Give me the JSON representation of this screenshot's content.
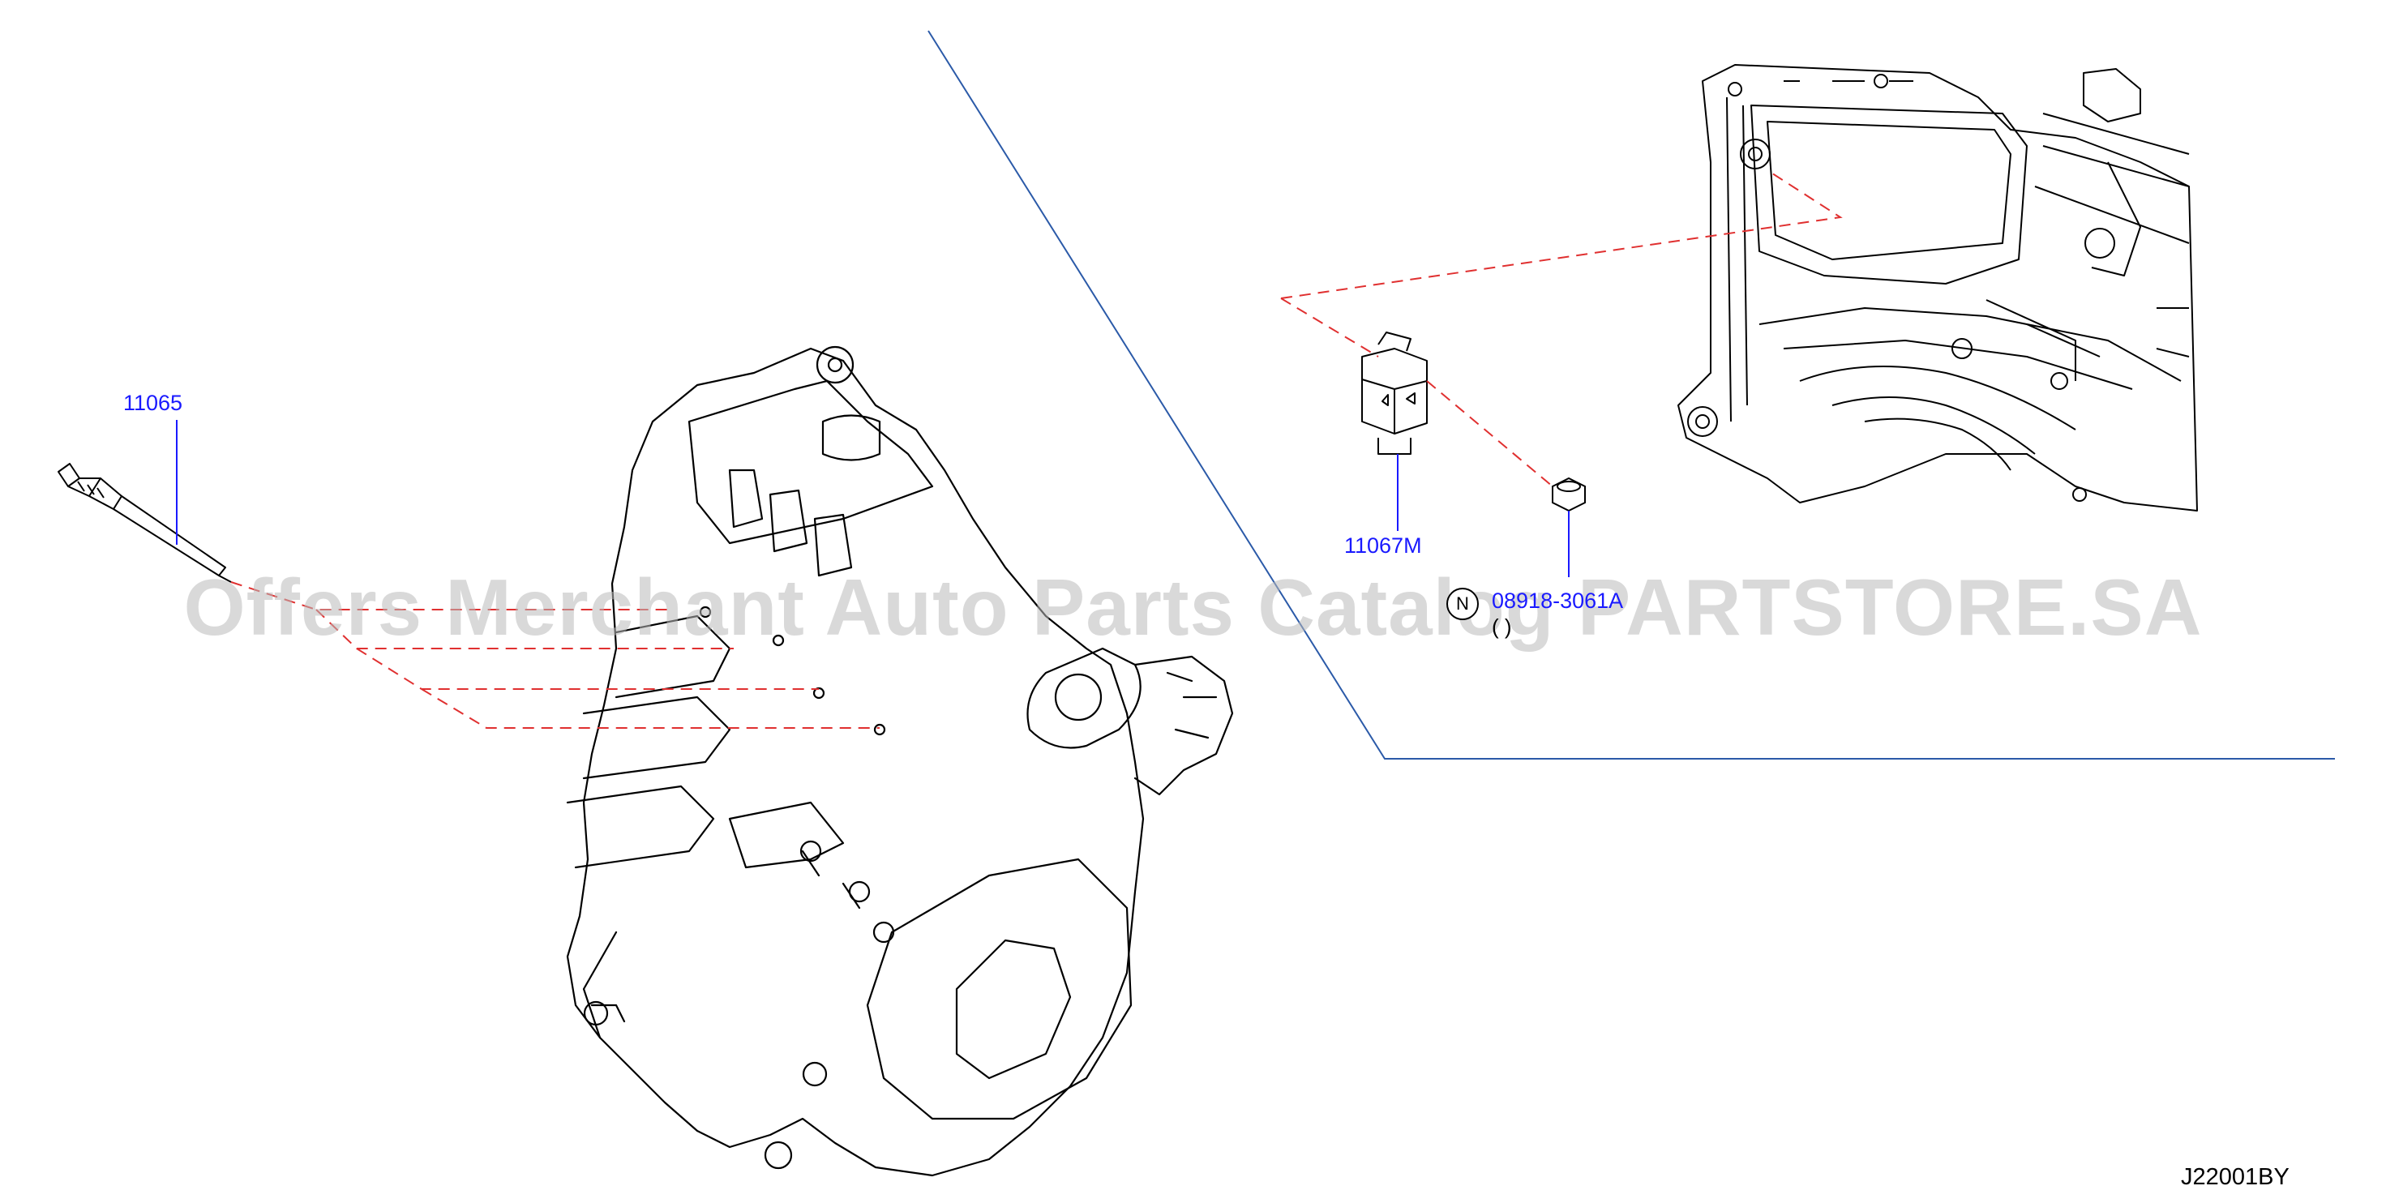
{
  "callouts": {
    "glow_plug": {
      "part_number": "11065"
    },
    "glow_relay": {
      "part_number": "11067M"
    },
    "nut": {
      "part_number": "08918-3061A",
      "badge": "N",
      "qty": "( )"
    }
  },
  "diagram_code": "J22001BY",
  "watermark": "Offers Merchant Auto Parts Catalog PARTSTORE.SA",
  "colors": {
    "line_art": "#000000",
    "leader": "#1a1aff",
    "dashed_guide": "#e03030",
    "divider": "#2b5aa8",
    "watermark": "#b9b9b9"
  }
}
